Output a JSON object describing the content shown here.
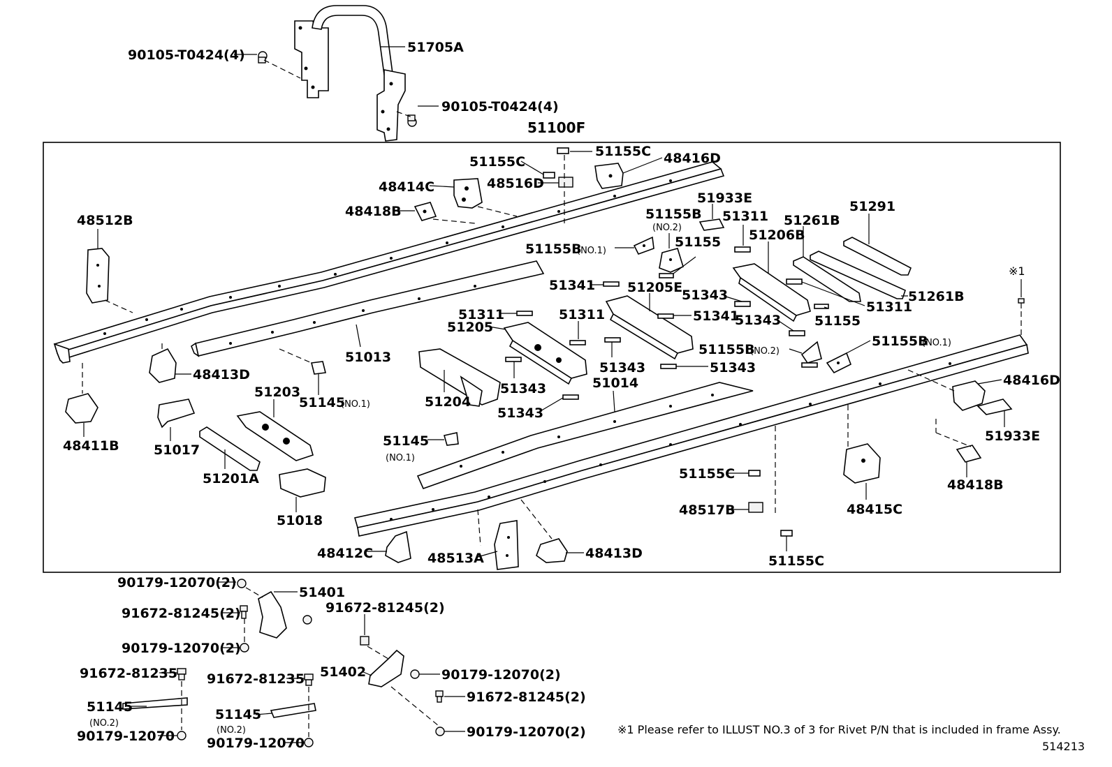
{
  "assembly_label": "51100F",
  "labels": {
    "p51705A": "51705A",
    "bolt_top_left": "90105-T0424(4)",
    "bolt_top_right": "90105-T0424(4)",
    "p51155C_a": "51155C",
    "p51155C_b": "51155C",
    "p48416D_a": "48416D",
    "p48414C": "48414C",
    "p48516D": "48516D",
    "p51933E_a": "51933E",
    "p48418B_a": "48418B",
    "p48512B": "48512B",
    "p51155B_no2_a": "51155B",
    "no2_a": "(NO.2)",
    "p51311_a": "51311",
    "p51261B_a": "51261B",
    "p51291": "51291",
    "p51155B_no1_a": "51155B",
    "no1_a": "(NO.1)",
    "p51155_a": "51155",
    "p51206B": "51206B",
    "rivet_mark": "※1",
    "p51341_a": "51341",
    "p51205E": "51205E",
    "p51343_a": "51343",
    "p51311_b": "51311",
    "p51261B_b": "51261B",
    "p51311_c": "51311",
    "p51311_d": "51311",
    "p51341_b": "51341",
    "p51343_b": "51343",
    "p51155_b": "51155",
    "p51205": "51205",
    "p51155B_no2_b": "51155B",
    "no2_b": "(NO.2)",
    "p51155B_no1_b": "51155B",
    "no1_b": "(NO.1)",
    "p51013": "51013",
    "p48413D_a": "48413D",
    "p51343_c": "51343",
    "p51343_d": "51343",
    "p51014": "51014",
    "p48416D_b": "48416D",
    "p51203": "51203",
    "p51145_a": "51145",
    "no1_c": "(NO.1)",
    "p51204": "51204",
    "p51343_e": "51343",
    "p51343_f": "51343",
    "p51933E_b": "51933E",
    "p48411B": "48411B",
    "p51017": "51017",
    "p51145_b": "51145",
    "no1_d": "(NO.1)",
    "p51201A": "51201A",
    "p51155C_c": "51155C",
    "p48418B_b": "48418B",
    "p48415C": "48415C",
    "p48517B": "48517B",
    "p51018": "51018",
    "p48412C": "48412C",
    "p48513A": "48513A",
    "p48413D_b": "48413D",
    "p51155C_d": "51155C",
    "nut_a": "90179-12070(2)",
    "p51401": "51401",
    "bolt_a": "91672-81245(2)",
    "bolt_b": "91672-81245(2)",
    "nut_b": "90179-12070(2)",
    "bolt_c": "91672-81235",
    "bolt_d": "91672-81235",
    "p51402": "51402",
    "nut_c": "90179-12070(2)",
    "bolt_e": "91672-81245(2)",
    "p51145_c": "51145",
    "no2_c": "(NO.2)",
    "p51145_d": "51145",
    "no2_d": "(NO.2)",
    "nut_d": "90179-12070",
    "nut_e": "90179-12070",
    "nut_f": "90179-12070(2)"
  },
  "footnote": "※1 Please refer to ILLUST NO.3 of 3 for Rivet P/N that is included in frame Assy.",
  "illustration_id": "514213"
}
